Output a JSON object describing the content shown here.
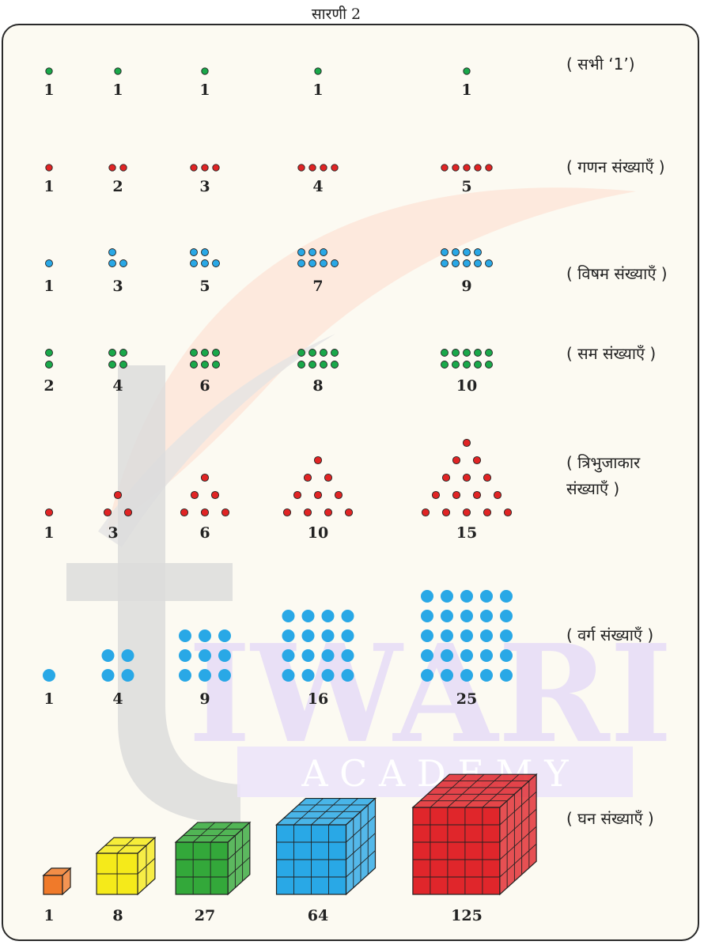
{
  "title": "सारणी 2",
  "watermark": {
    "main": "IWARI",
    "sub": "A C A D E M Y"
  },
  "colors": {
    "green": "#1aa84a",
    "red": "#e02424",
    "blue": "#29a8e6",
    "orange": "#f07a2a",
    "yellow": "#f5ea1a",
    "cube_green": "#33a83a",
    "cube_blue": "#29a8e6",
    "cube_red": "#e0262b"
  },
  "rows": [
    {
      "id": "ones",
      "label_lines": [
        "( सभी ‘1’)"
      ],
      "values": [
        "1",
        "1",
        "1",
        "1",
        "1"
      ],
      "pattern": "line",
      "counts": [
        1,
        1,
        1,
        1,
        1
      ],
      "color": "green"
    },
    {
      "id": "counting",
      "label_lines": [
        "( गणन संख्याएँ )"
      ],
      "values": [
        "1",
        "2",
        "3",
        "4",
        "5"
      ],
      "pattern": "line",
      "counts": [
        1,
        2,
        3,
        4,
        5
      ],
      "color": "red"
    },
    {
      "id": "odd",
      "label_lines": [
        "( विषम संख्याएँ )"
      ],
      "values": [
        "1",
        "3",
        "5",
        "7",
        "9"
      ],
      "pattern": "odd",
      "counts": [
        1,
        3,
        5,
        7,
        9
      ],
      "color": "blue"
    },
    {
      "id": "even",
      "label_lines": [
        "( सम संख्याएँ )"
      ],
      "values": [
        "2",
        "4",
        "6",
        "8",
        "10"
      ],
      "pattern": "even",
      "counts": [
        2,
        4,
        6,
        8,
        10
      ],
      "color": "green"
    },
    {
      "id": "triangular",
      "label_lines": [
        "( त्रिभुजाकार",
        "संख्याएँ )"
      ],
      "values": [
        "1",
        "3",
        "6",
        "10",
        "15"
      ],
      "pattern": "triangle",
      "counts": [
        1,
        2,
        3,
        4,
        5
      ],
      "color": "red"
    },
    {
      "id": "square",
      "label_lines": [
        "( वर्ग संख्याएँ )"
      ],
      "values": [
        "1",
        "4",
        "9",
        "16",
        "25"
      ],
      "pattern": "square",
      "counts": [
        1,
        2,
        3,
        4,
        5
      ],
      "color": "blue"
    },
    {
      "id": "cube",
      "label_lines": [
        "( घन संख्याएँ )"
      ],
      "values": [
        "1",
        "8",
        "27",
        "64",
        "125"
      ],
      "pattern": "cube",
      "counts": [
        1,
        2,
        3,
        4,
        5
      ],
      "colors": [
        "orange",
        "yellow",
        "cube_green",
        "cube_blue",
        "cube_red"
      ]
    }
  ]
}
